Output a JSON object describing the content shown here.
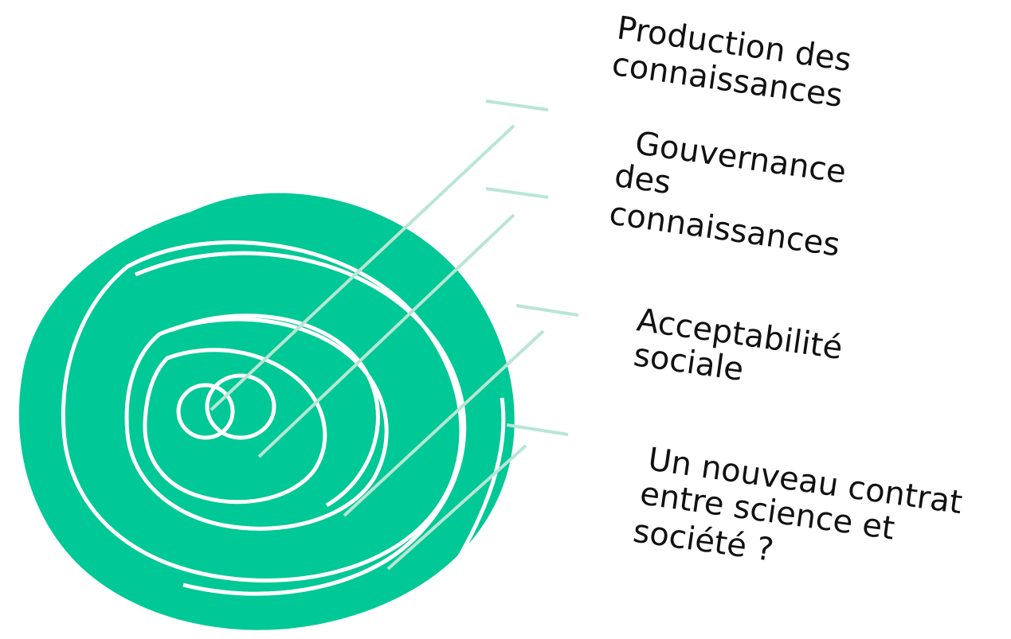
{
  "colors": {
    "ring_fill": "#00c896",
    "ring_outline": "#ffffff",
    "leader_line": "#b8e6d4",
    "text": "#111111",
    "background": "#ffffff"
  },
  "labels": {
    "production": [
      "Production des",
      "connaissances"
    ],
    "gouvernance": [
      "Gouvernance",
      "des",
      "connaissances"
    ],
    "acceptabilite": [
      "Acceptabilité",
      "sociale"
    ],
    "contrat": [
      "Un nouveau contrat",
      "entre science et",
      "société ?"
    ]
  }
}
